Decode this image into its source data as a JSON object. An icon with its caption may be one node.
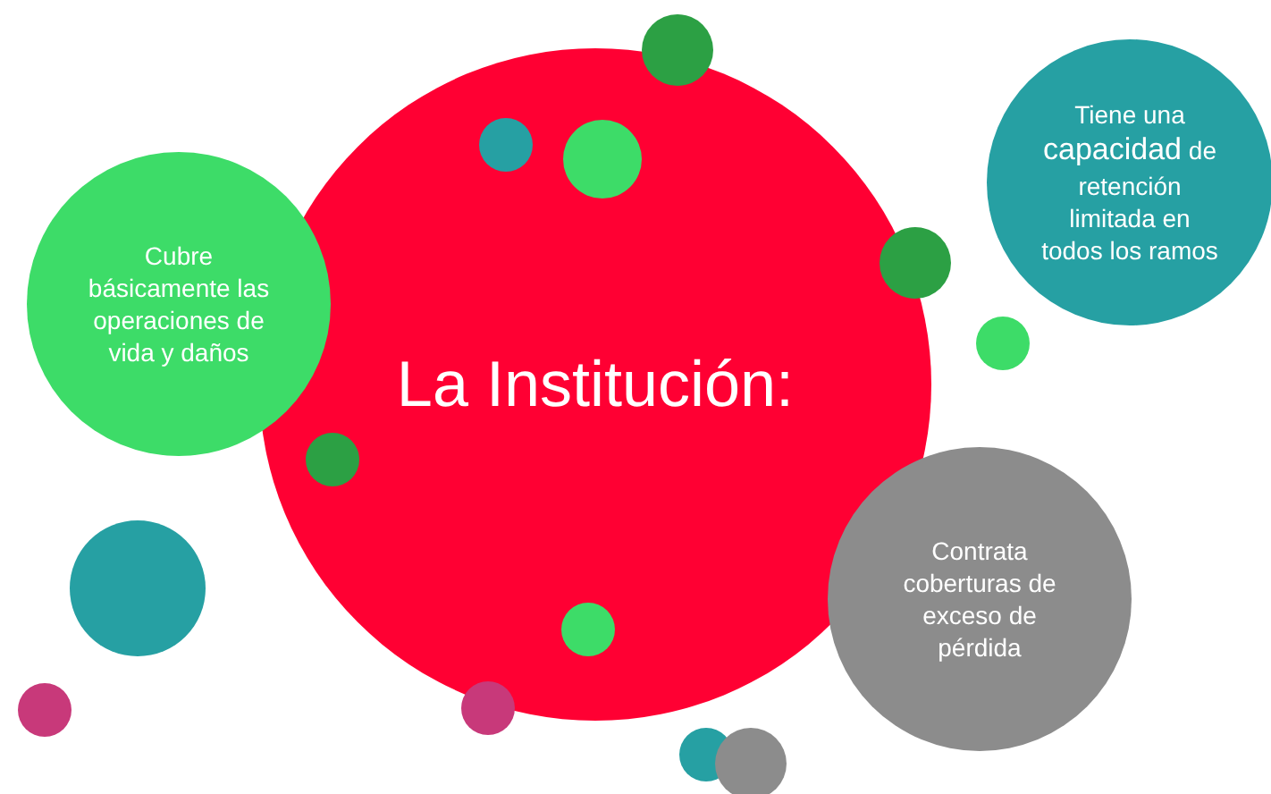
{
  "diagram": {
    "nodes": [
      {
        "text": [
          "La Institución:"
        ]
      },
      {
        "text": [
          "Cubre básicamente las operaciones de vida y daños"
        ]
      },
      {
        "text": [
          "Tiene una **capacidad** de retención limitada en todos los ramos"
        ]
      },
      {
        "text": [
          "Contrata coberturas de exceso de pérdida"
        ]
      },
      {
        "text": [],
        "shape": "circle",
        "in": 0
      },
      {
        "text": [],
        "shape": "circle",
        "in": 0
      },
      {
        "text": [],
        "shape": "circle",
        "in": 0
      },
      {
        "text": [],
        "shape": "circle",
        "in": 0
      },
      {
        "text": [],
        "shape": "circle"
      },
      {
        "text": [],
        "shape": "circle"
      },
      {
        "text": [],
        "shape": "circle"
      },
      {
        "text": [],
        "shape": "circle"
      },
      {
        "text": [],
        "shape": "circle"
      },
      {
        "text": [],
        "shape": "circle"
      },
      {
        "text": [],
        "shape": "circle"
      },
      {
        "text": [],
        "shape": "circle"
      }
    ]
  }
}
